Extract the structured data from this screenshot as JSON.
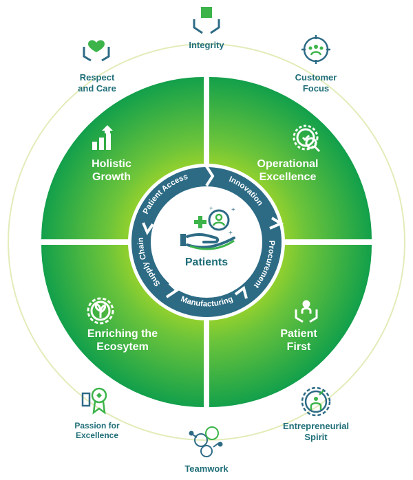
{
  "outer_values": [
    {
      "id": "integrity",
      "label": "Integrity",
      "icon": "hands-puzzle-icon"
    },
    {
      "id": "customer-focus",
      "label": "Customer\nFocus",
      "icon": "customer-group-target-icon"
    },
    {
      "id": "entrepreneurial-spirit",
      "label": "Entrepreneurial\nSpirit",
      "icon": "gear-rocket-person-icon"
    },
    {
      "id": "teamwork",
      "label": "Teamwork",
      "icon": "network-people-icon"
    },
    {
      "id": "passion-for-excellence",
      "label": "Passion for\nExcellence",
      "icon": "hand-award-ribbon-icon"
    },
    {
      "id": "respect-and-care",
      "label": "Respect\nand Care",
      "icon": "hands-heart-icon"
    }
  ],
  "quadrants": [
    {
      "id": "holistic-growth",
      "label": "Holistic\nGrowth",
      "icon": "growth-bars-icon"
    },
    {
      "id": "operational-excellence",
      "label": "Operational\nExcellence",
      "icon": "gear-magnifier-check-icon"
    },
    {
      "id": "patient-first",
      "label": "Patient\nFirst",
      "icon": "hands-person-icon"
    },
    {
      "id": "enriching-the-ecosystem",
      "label": "Enriching the\nEcosytem",
      "icon": "gear-plant-icon"
    }
  ],
  "ring_segments": [
    {
      "id": "patient-access",
      "label": "Patient Access"
    },
    {
      "id": "innovation",
      "label": "Innovation"
    },
    {
      "id": "procurement",
      "label": "Procurement"
    },
    {
      "id": "manufacturing",
      "label": "Manufacturing"
    },
    {
      "id": "supply-chain",
      "label": "Supply Chain"
    }
  ],
  "center": {
    "label": "Patients",
    "icon": "hand-patient-plus-icon"
  },
  "colors": {
    "teal_dark": "#1f6e78",
    "teal_ring": "#2d6b85",
    "green_dark": "#1aa14a",
    "green_light": "#cbe31c",
    "accent_green": "#3cb44a",
    "outer_ring": "#e2ecb9"
  }
}
